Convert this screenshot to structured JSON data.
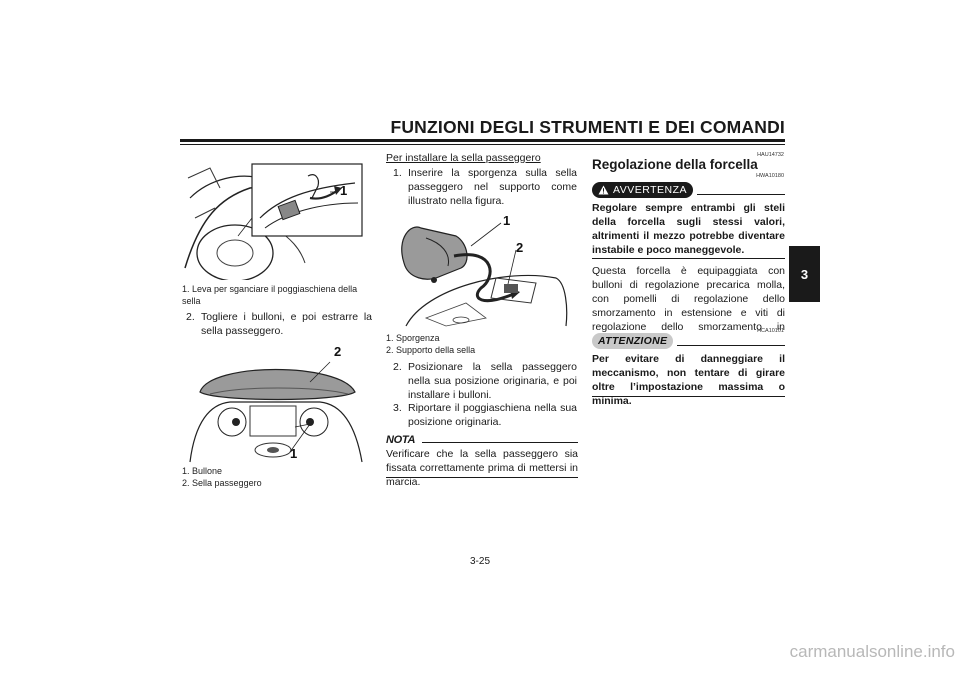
{
  "header": {
    "title": "FUNZIONI DEGLI STRUMENTI E DEI COMANDI"
  },
  "chapter_tab": {
    "label": "3"
  },
  "col1": {
    "fig1_callouts": [
      "1"
    ],
    "fig1_captions": [
      {
        "num": "1.",
        "text": "Leva per sganciare il poggiaschiena della sella"
      }
    ],
    "step2": {
      "num": "2.",
      "text": "Togliere i bulloni, e poi estrarre la sella passeggero."
    },
    "fig2_callouts": [
      "1",
      "2"
    ],
    "fig2_captions": [
      {
        "num": "1.",
        "text": "Bullone"
      },
      {
        "num": "2.",
        "text": "Sella passeggero"
      }
    ]
  },
  "col2": {
    "title": "Per installare la sella passeggero",
    "step1": {
      "num": "1.",
      "text": "Inserire la sporgenza sulla sella passeggero nel supporto come illustrato nella figura."
    },
    "fig_callouts": [
      "1",
      "2"
    ],
    "fig_captions": [
      {
        "num": "1.",
        "text": "Sporgenza"
      },
      {
        "num": "2.",
        "text": "Supporto della sella"
      }
    ],
    "steps": [
      {
        "num": "2.",
        "text": "Posizionare la sella passeggero nella sua posizione originaria, e poi installare i bulloni."
      },
      {
        "num": "3.",
        "text": "Riportare il poggiaschiena nella sua posizione originaria."
      }
    ],
    "nota_label": "NOTA",
    "nota_text": "Verificare che la sella passeggero sia fissata correttamente prima di mettersi in marcia."
  },
  "col3": {
    "section_code": "HAU14732",
    "heading": "Regolazione della forcella",
    "warning_code": "HWA10180",
    "warning_label": "AVVERTENZA",
    "warning_text": "Regolare sempre entrambi gli steli della forcella sugli stessi valori, altrimenti il mezzo potrebbe diventare instabile e poco maneggevole.",
    "body": "Questa forcella è equipaggiata con bulloni di regolazione precarica molla, con pomelli di regolazione dello smorzamento in estensione e viti di regolazione dello smorzamento in compressione.",
    "caution_code": "HCA10101",
    "caution_label": "ATTENZIONE",
    "caution_text": "Per evitare di danneggiare il meccanismo, non tentare di girare oltre l’impostazione massima o minima."
  },
  "footer": {
    "page": "3-25",
    "watermark": "carmanualsonline.info"
  }
}
